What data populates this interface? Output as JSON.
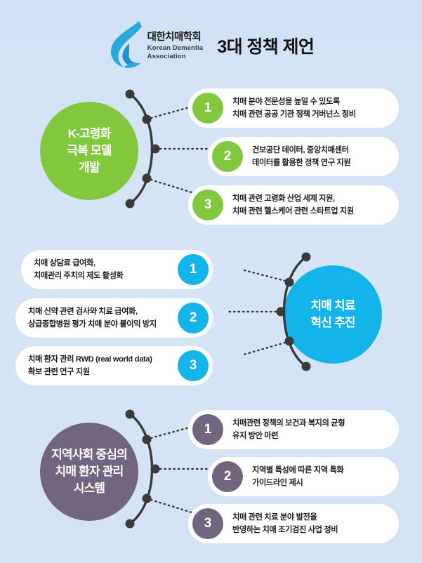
{
  "header": {
    "logo_korean": "대한치매학회",
    "logo_english_line1": "Korean Dementia",
    "logo_english_line2": "Association",
    "title": "3대 정책 제언"
  },
  "colors": {
    "background": "#d4e3f4",
    "green": "#82c83f",
    "blue": "#13b4ea",
    "purple": "#71657f",
    "connector": "#3a3a3a",
    "pill_background": "#ffffff",
    "text": "#1c1c1c"
  },
  "sections": [
    {
      "id": "section-1",
      "accent": "#82c83f",
      "hub_label_lines": [
        "K-고령화",
        "극복 모델",
        "개발"
      ],
      "hub_side": "left",
      "items": [
        {
          "number": "1",
          "line1": "치매 분야 전문성을 높일 수 있도록",
          "line2": "치매 관련 공공 기관 정책 거버넌스 정비"
        },
        {
          "number": "2",
          "line1": "건보공단 데이터, 중앙치매센터",
          "line2": "데이터를 활용한 정책 연구 지원"
        },
        {
          "number": "3",
          "line1": "치매 관련 고령화 산업 세제 지원,",
          "line2": "치매 관련 헬스케어 관련 스타트업 지원"
        }
      ]
    },
    {
      "id": "section-2",
      "accent": "#13b4ea",
      "hub_label_lines": [
        "치매 치료",
        "혁신 추진"
      ],
      "hub_side": "right",
      "items": [
        {
          "number": "1",
          "line1": "치매 상담료 급여화,",
          "line2": "치매관리 주치의 제도 활성화"
        },
        {
          "number": "2",
          "line1": "치매 신약 관련 검사와 치료 급여화,",
          "line2": "상급종합병원 평가 치매 분야 불이익 방지"
        },
        {
          "number": "3",
          "line1": "치매 환자 관리 RWD (real world data)",
          "line2": "확보 관련 연구 지원"
        }
      ]
    },
    {
      "id": "section-3",
      "accent": "#71657f",
      "hub_label_lines": [
        "지역사회 중심의",
        "치매 환자 관리",
        "시스템"
      ],
      "hub_side": "left",
      "items": [
        {
          "number": "1",
          "line1": "치매관련 정책의 보건과 복지의 균형",
          "line2": "유지 방안 마련"
        },
        {
          "number": "2",
          "line1": "지역별 특성에 따른 지역 특화",
          "line2": "가이드라인 제시"
        },
        {
          "number": "3",
          "line1": "치매 관련 치료 분야 발전을",
          "line2": "반영하는 치매 조기검진 사업 정비"
        }
      ]
    }
  ]
}
